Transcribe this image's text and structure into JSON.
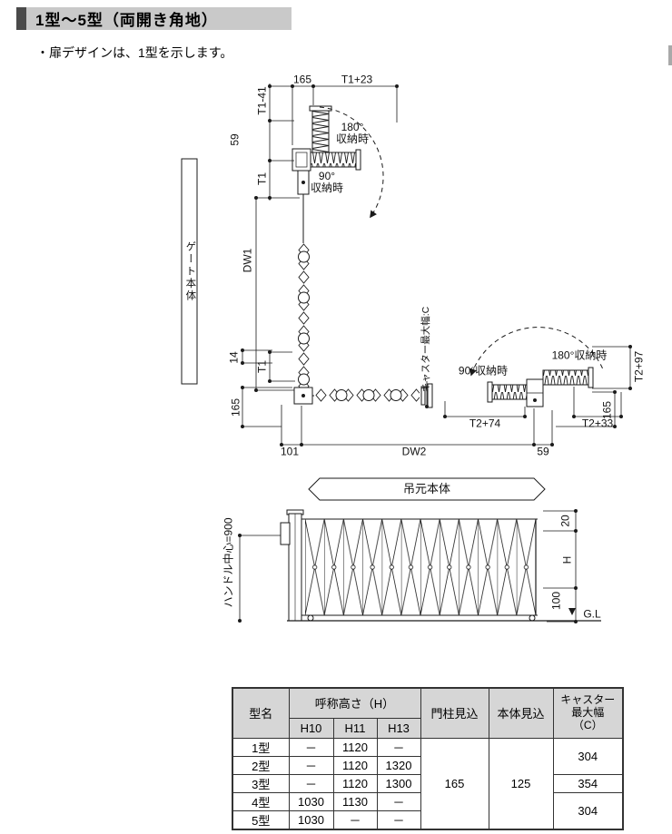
{
  "header": {
    "title": "1型～5型（両開き角地）",
    "note": "・扉デザインは、1型を示します。"
  },
  "plan": {
    "gate_body": "ゲート本体",
    "hinge_body": "吊元本体",
    "stored180_top_l1": "180°",
    "stored180_top_l2": "収納時",
    "stored90_top_l1": "90°",
    "stored90_top_l2": "収納時",
    "stored90_right": "90°収納時",
    "stored180_right": "180°収納時",
    "caster_width": "キャスター最大幅:C",
    "dims": {
      "top_165": "165",
      "t1_plus_23": "T1+23",
      "t1_minus_41": "T1-41",
      "top_59": "59",
      "t1_upper": "T1",
      "dw1": "DW1",
      "left_14": "14",
      "t1_lower": "T1",
      "left_165": "165",
      "bottom_101": "101",
      "dw2": "DW2",
      "bottom_59": "59",
      "t2_plus_74": "T2+74",
      "t2_plus_33": "T2+33",
      "t2_plus_97": "T2+97",
      "right_165": "165"
    }
  },
  "elevation": {
    "handle_center": "ハンドル中心=900",
    "top_20": "20",
    "height_h": "H",
    "bottom_100": "100",
    "ground": "G.L"
  },
  "table": {
    "col_type": "型名",
    "col_height": "呼称高さ（H）",
    "col_h10": "H10",
    "col_h11": "H11",
    "col_h13": "H13",
    "col_pillar": "門柱見込",
    "col_body": "本体見込",
    "col_caster": "キャスター\n最大幅\n（C）",
    "pillar_value": "165",
    "body_value": "125",
    "caster_12": "304",
    "caster_3": "354",
    "caster_45": "304",
    "rows": [
      {
        "name": "1型",
        "h10": "－",
        "h11": "1120",
        "h13": "－"
      },
      {
        "name": "2型",
        "h10": "－",
        "h11": "1120",
        "h13": "1320"
      },
      {
        "name": "3型",
        "h10": "－",
        "h11": "1120",
        "h13": "1300"
      },
      {
        "name": "4型",
        "h10": "1030",
        "h11": "1130",
        "h13": "－"
      },
      {
        "name": "5型",
        "h10": "1030",
        "h11": "－",
        "h13": "－"
      }
    ]
  }
}
